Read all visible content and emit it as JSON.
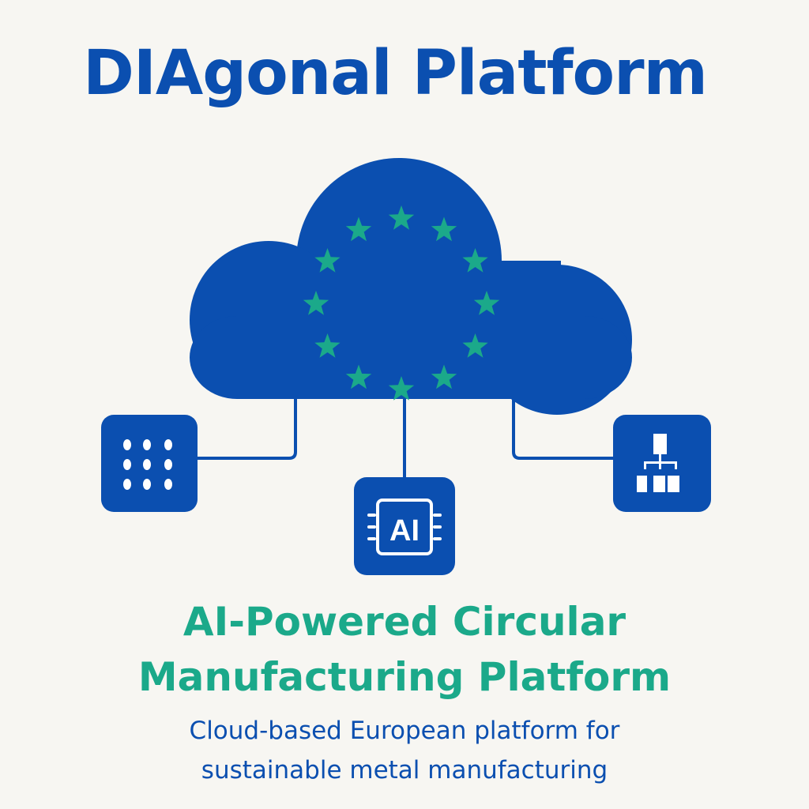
{
  "title": "DIAgonal Platform",
  "subtitle": {
    "line1": "AI-Powered Circular",
    "line2": "Manufacturing Platform"
  },
  "description": {
    "line1": "Cloud-based European platform for",
    "line2": "sustainable metal manufacturing"
  },
  "chip_label": "AI",
  "icons": [
    "dot-grid-icon",
    "ai-chip-icon",
    "hierarchy-icon"
  ],
  "colors": {
    "primary": "#0b4fb0",
    "accent": "#1ba98a",
    "background": "#f7f6f2"
  }
}
